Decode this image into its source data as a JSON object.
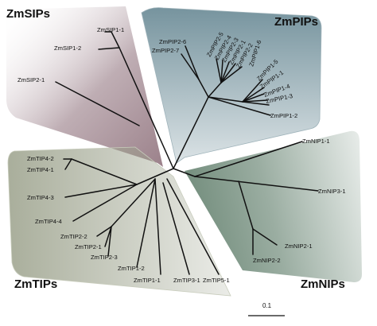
{
  "groups": {
    "sip": {
      "name": "ZmSIPs",
      "color": "#8a6b76"
    },
    "pip": {
      "name": "ZmPIPs",
      "color": "#6f8e99"
    },
    "tip": {
      "name": "ZmTIPs",
      "color": "#9aa08a"
    },
    "nip": {
      "name": "ZmNIPs",
      "color": "#6f8a79"
    }
  },
  "leaves": {
    "sip1_1": "ZmSIP1-1",
    "sip1_2": "ZmSIP1-2",
    "sip2_1": "ZmSIP2-1",
    "pip2_6": "ZmPIP2-6",
    "pip2_7": "ZmPIP2-7",
    "pip2_5": "ZmPIP2-5",
    "pip2_4": "ZmPIP2-4",
    "pip2_3": "ZmPIP2-3",
    "pip2_1": "ZmPIP2-1",
    "pip2_2": "ZmPIP2-2",
    "pip1_6": "ZmPIP1-6",
    "pip1_5": "ZmPIP1-5",
    "pip1_1": "ZmPIP1-1",
    "pip1_4": "ZmPIP1-4",
    "pip1_3": "ZmPIP1-3",
    "pip1_2": "ZmPIP1-2",
    "tip4_2": "ZmTIP4-2",
    "tip4_1": "ZmTIP4-1",
    "tip4_3": "ZmTIP4-3",
    "tip4_4": "ZmTIP4-4",
    "tip2_2": "ZmTIP2-2",
    "tip2_1": "ZmTIP2-1",
    "tip2_3": "ZmTIP2-3",
    "tip1_2": "ZmTIP1-2",
    "tip1_1": "ZmTIP1-1",
    "tip3_1": "ZmTIP3-1",
    "tip5_1": "ZmTIP5-1",
    "nip1_1": "ZmNIP1-1",
    "nip3_1": "ZmNIP3-1",
    "nip2_1": "ZmNIP2-1",
    "nip2_2": "ZmNIP2-2"
  },
  "scale_bar": {
    "label": "0.1"
  }
}
